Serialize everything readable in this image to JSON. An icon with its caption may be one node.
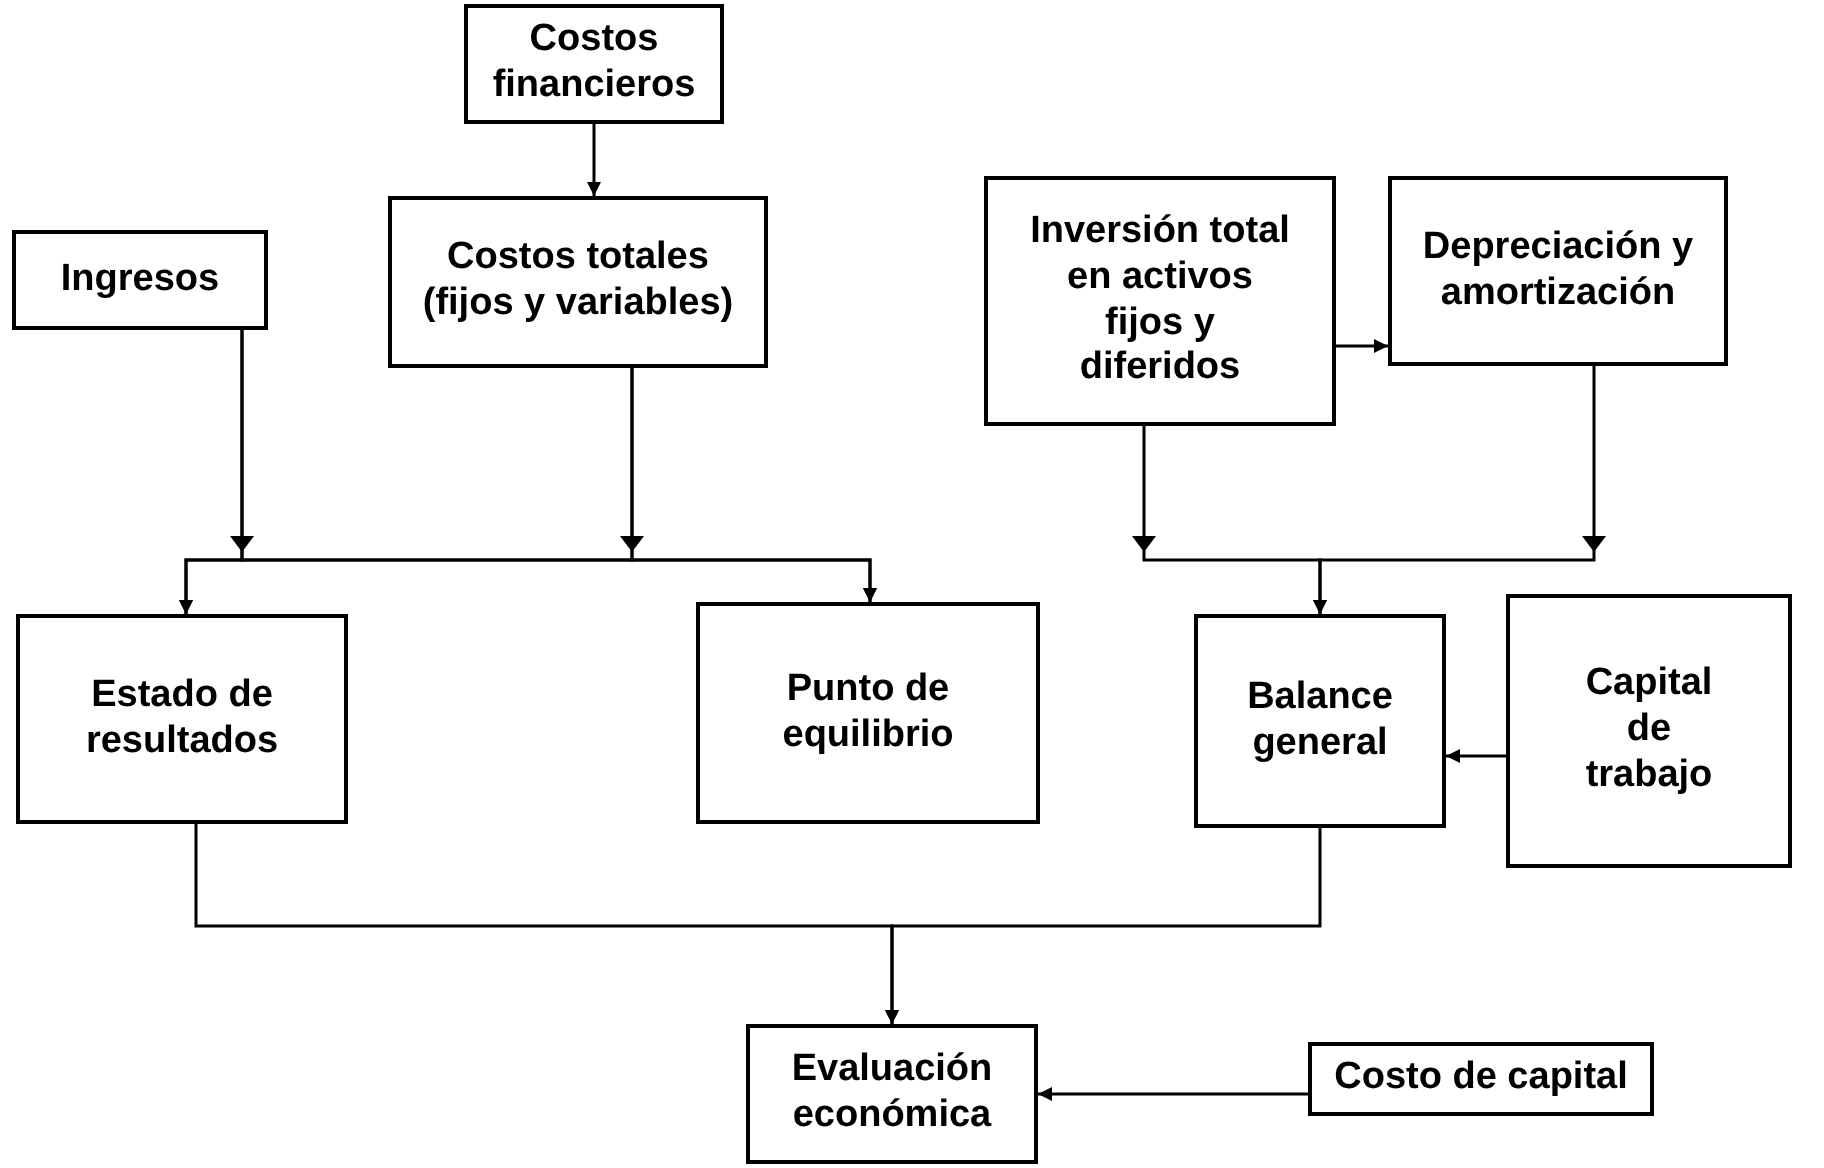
{
  "diagram": {
    "nodes": [
      {
        "text": [
          "Costos financieros"
        ]
      },
      {
        "text": [
          "Ingresos"
        ]
      },
      {
        "text": [
          "Costos totales (fijos y variables)"
        ]
      },
      {
        "text": [
          "Inversión total en activos fijos y diferidos"
        ]
      },
      {
        "text": [
          "Depreciación y amortización"
        ]
      },
      {
        "text": [
          "Estado de resultados"
        ]
      },
      {
        "text": [
          "Punto de equilibrio"
        ]
      },
      {
        "text": [
          "Balance general"
        ]
      },
      {
        "text": [
          "Capital de trabajo"
        ]
      },
      {
        "text": [
          "Evaluación económica"
        ]
      },
      {
        "text": [
          "Costo de capital"
        ]
      }
    ],
    "edges": [
      {
        "from": 0,
        "to": 2,
        "arrow": "to"
      },
      {
        "from": 1,
        "to": 5,
        "arrow": "to"
      },
      {
        "from": 1,
        "to": 6,
        "arrow": "to"
      },
      {
        "from": 2,
        "to": 5,
        "arrow": "to"
      },
      {
        "from": 2,
        "to": 6,
        "arrow": "to"
      },
      {
        "from": 3,
        "to": 4,
        "arrow": "to"
      },
      {
        "from": 3,
        "to": 7,
        "arrow": "to"
      },
      {
        "from": 4,
        "to": 7,
        "arrow": "to"
      },
      {
        "from": 8,
        "to": 7,
        "arrow": "to"
      },
      {
        "from": 5,
        "to": 9,
        "arrow": "to"
      },
      {
        "from": 7,
        "to": 9,
        "arrow": "to"
      },
      {
        "from": 10,
        "to": 9,
        "arrow": "to"
      }
    ]
  }
}
